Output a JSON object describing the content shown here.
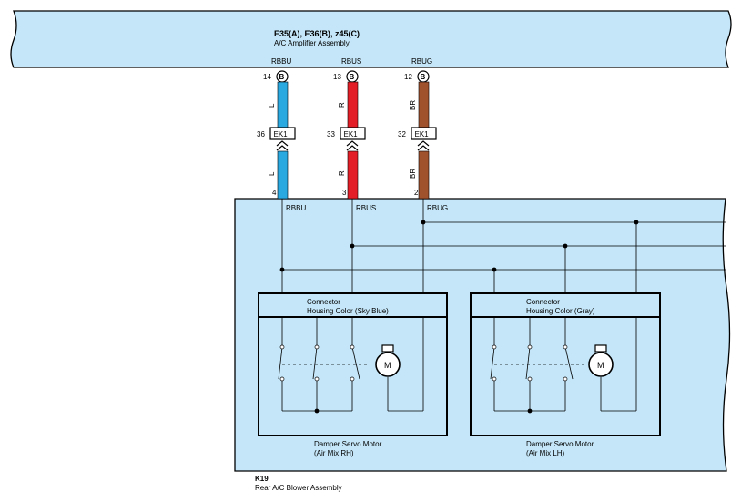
{
  "amplifier": {
    "connectors": "E35(A), E36(B), z45(C)",
    "name": "A/C Amplifier Assembly"
  },
  "blower": {
    "code": "K19",
    "name": "Rear A/C Blower Assembly"
  },
  "wires": [
    {
      "signal": "RBBU",
      "color_code": "L",
      "color": "#29a9e0",
      "amp_pin": "14",
      "amp_connector": "B",
      "junction": "EK1",
      "junction_pin": "36",
      "blower_pin": "4"
    },
    {
      "signal": "RBUS",
      "color_code": "R",
      "color": "#e41e26",
      "amp_pin": "13",
      "amp_connector": "B",
      "junction": "EK1",
      "junction_pin": "33",
      "blower_pin": "3"
    },
    {
      "signal": "RBUG",
      "color_code": "BR",
      "color": "#a0522d",
      "amp_pin": "12",
      "amp_connector": "B",
      "junction": "EK1",
      "junction_pin": "32",
      "blower_pin": "2"
    }
  ],
  "motors": [
    {
      "connector_label": "Connector",
      "housing_label": "Housing Color (Sky Blue)",
      "name": "Damper Servo Motor",
      "function": "(Air Mix RH)",
      "symbol": "M"
    },
    {
      "connector_label": "Connector",
      "housing_label": "Housing Color (Gray)",
      "name": "Damper Servo Motor",
      "function": "(Air Mix LH)",
      "symbol": "M"
    }
  ],
  "colors": {
    "component_fill": "#c4e6f8",
    "line": "#000000"
  }
}
